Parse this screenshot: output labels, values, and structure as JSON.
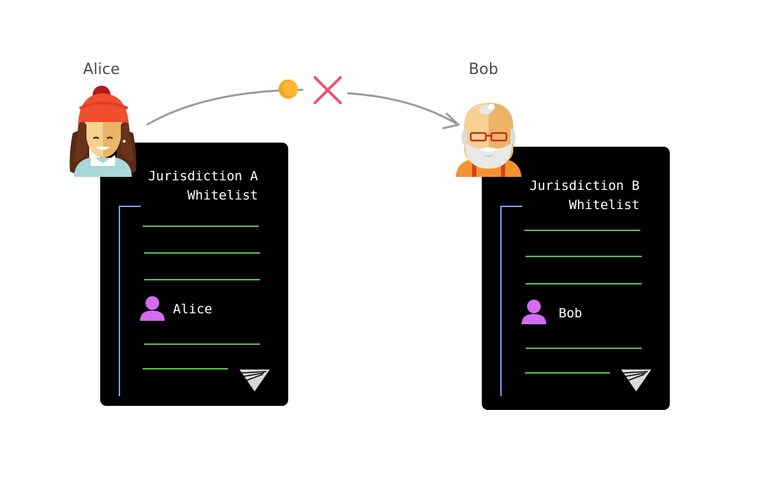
{
  "alice": {
    "name": "Alice"
  },
  "bob": {
    "name": "Bob"
  },
  "card_a": {
    "title_line1": "Jurisdiction A",
    "title_line2": "Whitelist",
    "entry": "Alice"
  },
  "card_b": {
    "title_line1": "Jurisdiction B",
    "title_line2": "Whitelist",
    "entry": "Bob"
  },
  "colors": {
    "card_bg": "#000000",
    "whitelist_line": "#5cc84a",
    "bracket": "#7aa0ff",
    "user_icon": "#d36cf0",
    "blocked_x": "#f0506e",
    "token": "#f5a623",
    "arrow": "#9b9b9b"
  },
  "icons": {
    "alice_avatar": "woman-avatar-icon",
    "bob_avatar": "old-man-avatar-icon",
    "token": "coin-icon",
    "blocked": "x-icon",
    "user": "user-icon",
    "logo": "sail-logo-icon"
  }
}
